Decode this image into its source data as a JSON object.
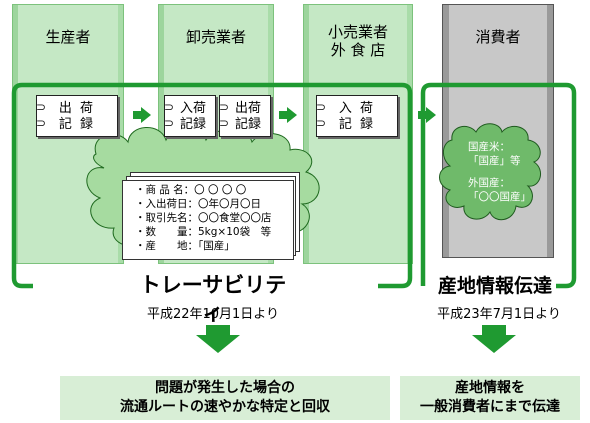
{
  "stages": [
    {
      "name": "生産者"
    },
    {
      "name": "卸売業者"
    },
    {
      "name": "小売業者\n外 食 店"
    },
    {
      "name": "消費者"
    }
  ],
  "records": [
    {
      "line1": "出 荷",
      "line2": "記 録"
    },
    {
      "line1": "入荷",
      "line2": "記録"
    },
    {
      "line1": "出荷",
      "line2": "記録"
    },
    {
      "line1": "入 荷",
      "line2": "記 録"
    }
  ],
  "record_card": {
    "lines": [
      "・商 品 名：〇 〇 〇 〇",
      "・入出荷日：〇年〇月〇日",
      "・取引先名：〇〇食堂〇〇店",
      "・数　　量：5kg×10袋　等",
      "・産　　地：「国産」"
    ]
  },
  "consumer_label": {
    "lines": [
      "国産米：",
      "「国産」等",
      "",
      "外国産：",
      "「〇〇国産」"
    ]
  },
  "traceability": {
    "title": "トレーサビリティ",
    "date": "平成22年10月1日より",
    "result_line1": "問題が発生した場合の",
    "result_line2": "流通ルートの速やかな特定と回収"
  },
  "origin_info": {
    "title": "産地情報伝達",
    "date": "平成23年7月1日より",
    "result_line1": "産地情報を",
    "result_line2": "一般消費者にまで伝達"
  },
  "colors": {
    "bracket_green": "#1f9a31",
    "column_green": "#c5e8c5",
    "cloud_green": "#a6dba0",
    "consumer_gray": "#c8c8c8",
    "result_bg": "#d8eed6"
  }
}
